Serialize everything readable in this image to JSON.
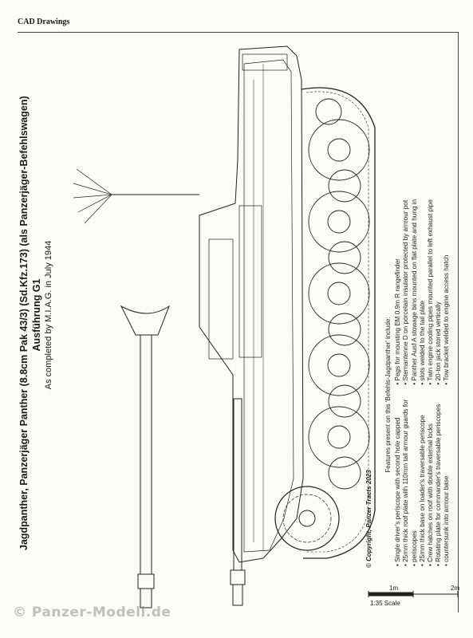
{
  "header": {
    "section": "CAD Drawings"
  },
  "title": {
    "line1": "Jagdpanther, Panzerjäger Panther (8.8cm Pak 43/3) (Sd.Kfz.173) (als Panzerjäger-Befehlswagen)",
    "line2": "Ausführung G1",
    "line3": "As completed by M.I.A.G. in July 1944"
  },
  "features": {
    "heading": "Features present on this 'Befehls-Jagdpanther' include:",
    "column1": [
      "Single driver's periscope with second hole capped",
      "25mm thick roof plate with 110mm tall armour guards for",
      "periscopes",
      "25mm thick base on loader's traversable periscope",
      "Crew hatches on roof with double external locks",
      "Rotating plate for commander's traversable periscopes",
      "countersunk into armour base"
    ],
    "column2": [
      "Pegs for mounting EM 0.9m R rangefinder",
      "Sternantenne D on porcelain insulator protected by armour pot",
      "Panther Ausf A stowage bins mounted on flat plate and hung in",
      "slots welded to the tail plate",
      "Twin engine cooling pipes mounted parallel to left exhaust pipe",
      "20-ton jack stored vertically",
      "Tow bracket welded to engine access hatch"
    ]
  },
  "copyright": "© Copyright, Panzer Tracts 2023",
  "scale": {
    "label": "1:35 Scale",
    "mark1": "1m",
    "mark2": "2m"
  },
  "watermark": "© Panzer-Modell.de",
  "colors": {
    "ink": "#1a1a1a",
    "paper": "#fbfbf9",
    "watermark": "#8a8a8a"
  }
}
